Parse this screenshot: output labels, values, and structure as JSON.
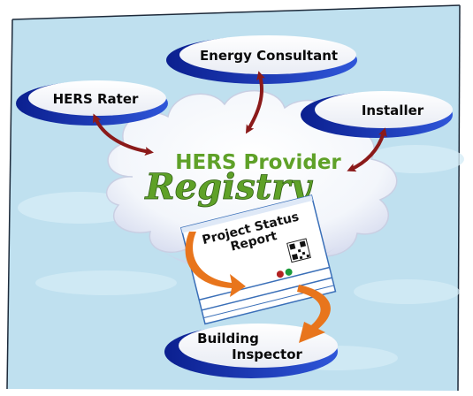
{
  "diagram": {
    "nodes": {
      "energy_consultant": "Energy Consultant",
      "hers_rater": "HERS Rater",
      "installer": "Installer",
      "building_inspector_line1": "Building",
      "building_inspector_line2": "Inspector"
    },
    "center": {
      "line1": "HERS Provider",
      "line2": "Registry"
    },
    "report": {
      "line1": "Project Status",
      "line2": "Report"
    }
  },
  "colors": {
    "sky": "#bfe0ef",
    "pill_blue": "#1537b8",
    "pill_fill": "#ffffff",
    "arrow_red": "#8b1a1a",
    "arrow_orange": "#e8751c",
    "registry_green": "#5fa128",
    "frame_line": "#1d2a3a"
  },
  "icons": [
    "qr-code-icon",
    "status-dot-red",
    "status-dot-green"
  ]
}
